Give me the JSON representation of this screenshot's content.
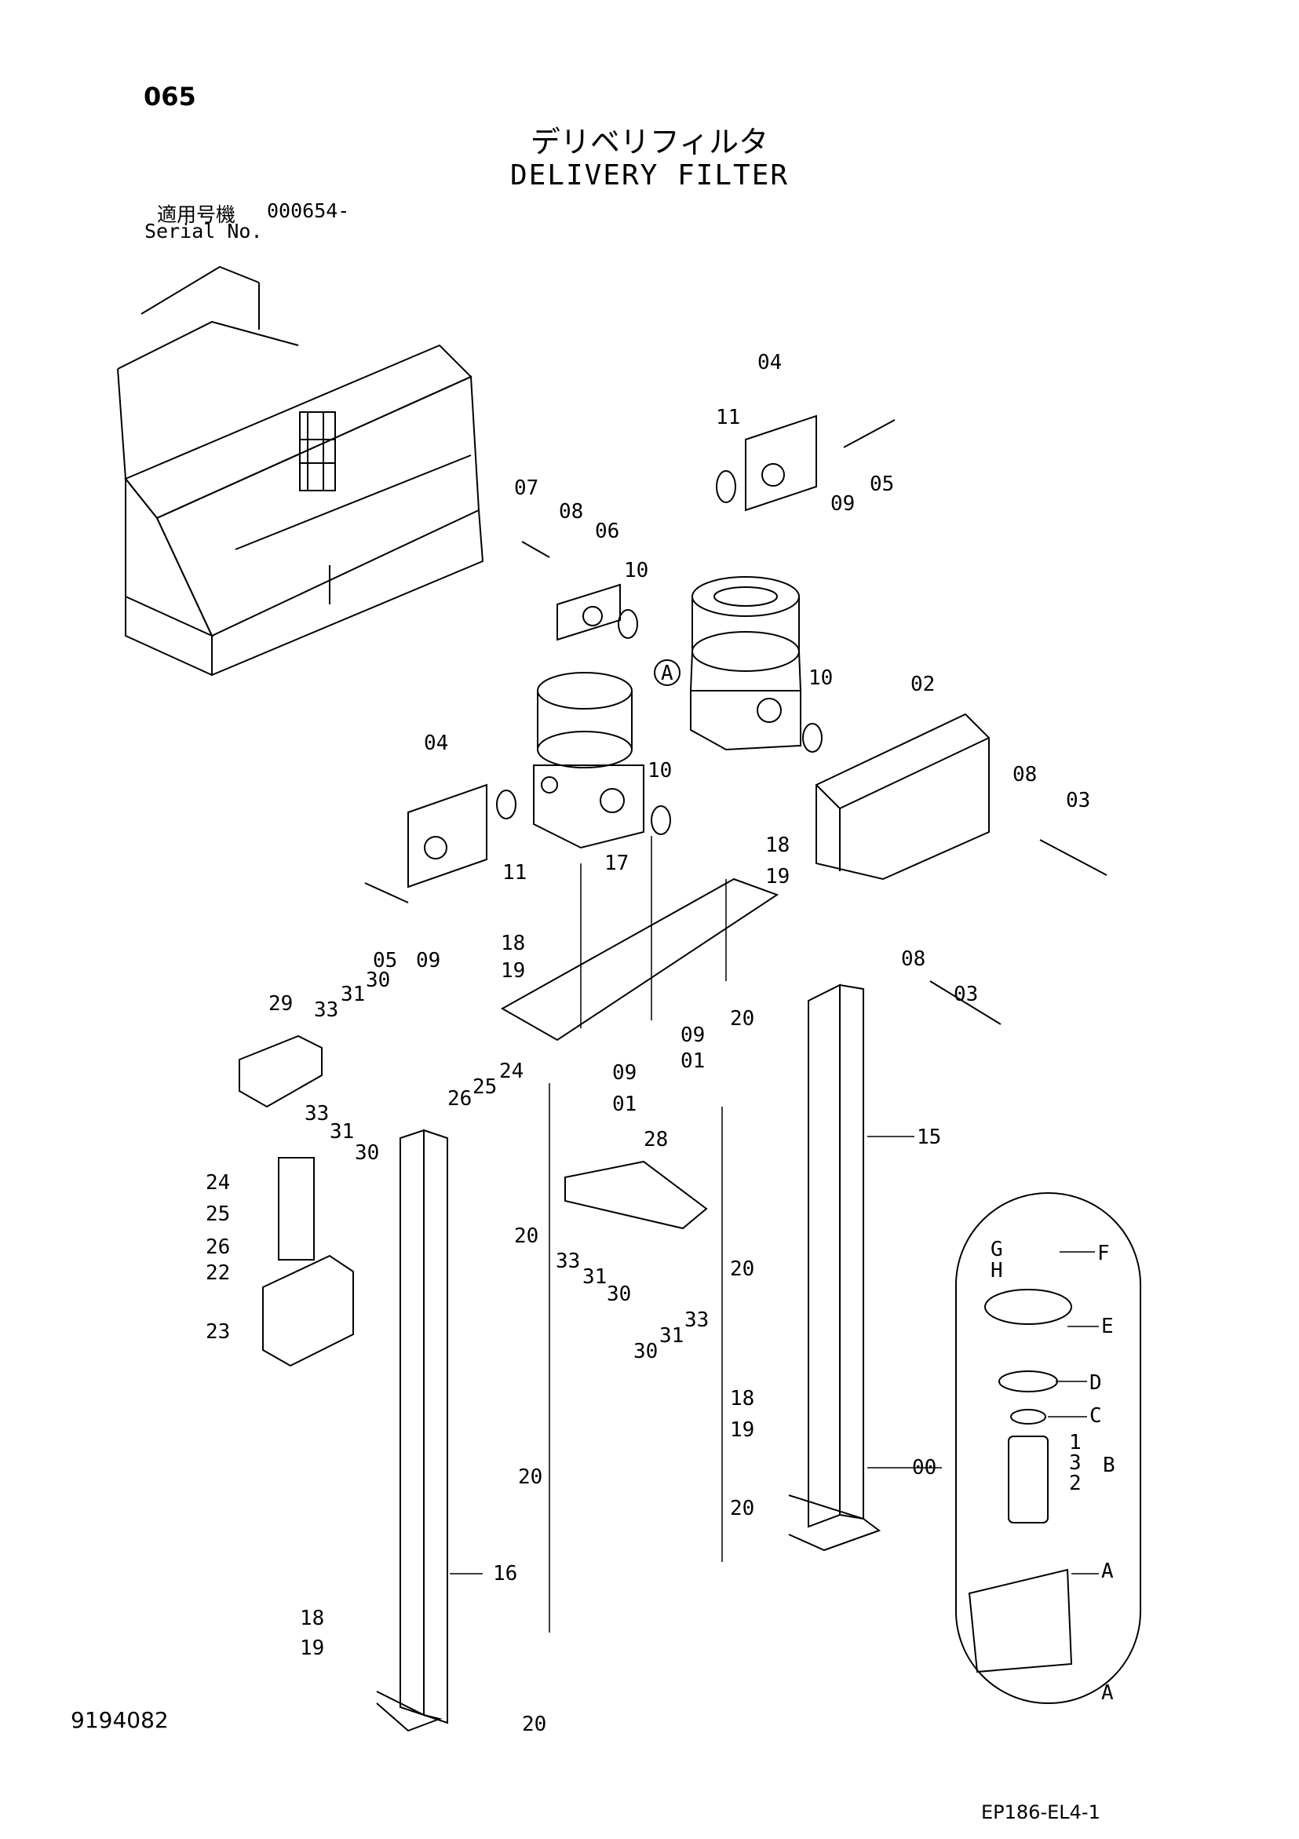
{
  "page_number": "065",
  "title_jp": "デリベリフィルタ",
  "title_en": "DELIVERY FILTER",
  "serial": {
    "label_jp": "適用号機",
    "value": "000654-",
    "label_en": "Serial No."
  },
  "document_number": "9194082",
  "figure_code": "EP186-EL4-1",
  "callouts": [
    {
      "id": "c04a",
      "text": "04"
    },
    {
      "id": "c11a",
      "text": "11"
    },
    {
      "id": "c09a",
      "text": "09"
    },
    {
      "id": "c05a",
      "text": "05"
    },
    {
      "id": "c07",
      "text": "07"
    },
    {
      "id": "c08a",
      "text": "08"
    },
    {
      "id": "c06",
      "text": "06"
    },
    {
      "id": "c10a",
      "text": "10"
    },
    {
      "id": "cAcircle",
      "text": "A"
    },
    {
      "id": "c10b",
      "text": "10"
    },
    {
      "id": "c02",
      "text": "02"
    },
    {
      "id": "c04b",
      "text": "04"
    },
    {
      "id": "c10c",
      "text": "10"
    },
    {
      "id": "c08b",
      "text": "08"
    },
    {
      "id": "c03a",
      "text": "03"
    },
    {
      "id": "c11b",
      "text": "11"
    },
    {
      "id": "c18a",
      "text": "18"
    },
    {
      "id": "c19a",
      "text": "19"
    },
    {
      "id": "c05b",
      "text": "05"
    },
    {
      "id": "c09b",
      "text": "09"
    },
    {
      "id": "c17",
      "text": "17"
    },
    {
      "id": "c08c",
      "text": "08"
    },
    {
      "id": "c03b",
      "text": "03"
    },
    {
      "id": "c18b",
      "text": "18"
    },
    {
      "id": "c19b",
      "text": "19"
    },
    {
      "id": "c29",
      "text": "29"
    },
    {
      "id": "c33a",
      "text": "33"
    },
    {
      "id": "c31a",
      "text": "31"
    },
    {
      "id": "c30a",
      "text": "30"
    },
    {
      "id": "c20a",
      "text": "20"
    },
    {
      "id": "c09c",
      "text": "09"
    },
    {
      "id": "c01a",
      "text": "01"
    },
    {
      "id": "c09d",
      "text": "09"
    },
    {
      "id": "c01b",
      "text": "01"
    },
    {
      "id": "c33b",
      "text": "33"
    },
    {
      "id": "c31b",
      "text": "31"
    },
    {
      "id": "c30b",
      "text": "30"
    },
    {
      "id": "c26a",
      "text": "26"
    },
    {
      "id": "c25a",
      "text": "25"
    },
    {
      "id": "c24a",
      "text": "24"
    },
    {
      "id": "c15",
      "text": "15"
    },
    {
      "id": "c28",
      "text": "28"
    },
    {
      "id": "c24b",
      "text": "24"
    },
    {
      "id": "c25b",
      "text": "25"
    },
    {
      "id": "c26b",
      "text": "26"
    },
    {
      "id": "c20b",
      "text": "20"
    },
    {
      "id": "c22",
      "text": "22"
    },
    {
      "id": "c33c",
      "text": "33"
    },
    {
      "id": "c31c",
      "text": "31"
    },
    {
      "id": "c30c",
      "text": "30"
    },
    {
      "id": "c20c",
      "text": "20"
    },
    {
      "id": "c23",
      "text": "23"
    },
    {
      "id": "c30d",
      "text": "30"
    },
    {
      "id": "c31d",
      "text": "31"
    },
    {
      "id": "c33d",
      "text": "33"
    },
    {
      "id": "cG",
      "text": "G"
    },
    {
      "id": "cH",
      "text": "H"
    },
    {
      "id": "cF",
      "text": "F"
    },
    {
      "id": "cE",
      "text": "E"
    },
    {
      "id": "cD",
      "text": "D"
    },
    {
      "id": "cC",
      "text": "C"
    },
    {
      "id": "c18c",
      "text": "18"
    },
    {
      "id": "c19c",
      "text": "19"
    },
    {
      "id": "c1",
      "text": "1"
    },
    {
      "id": "c3",
      "text": "3"
    },
    {
      "id": "c2",
      "text": "2"
    },
    {
      "id": "cB",
      "text": "B"
    },
    {
      "id": "c00",
      "text": "00"
    },
    {
      "id": "c20d",
      "text": "20"
    },
    {
      "id": "c20e",
      "text": "20"
    },
    {
      "id": "cA2",
      "text": "A"
    },
    {
      "id": "c16",
      "text": "16"
    },
    {
      "id": "c18d",
      "text": "18"
    },
    {
      "id": "c19d",
      "text": "19"
    },
    {
      "id": "c20f",
      "text": "20"
    },
    {
      "id": "cA3",
      "text": "A"
    }
  ]
}
